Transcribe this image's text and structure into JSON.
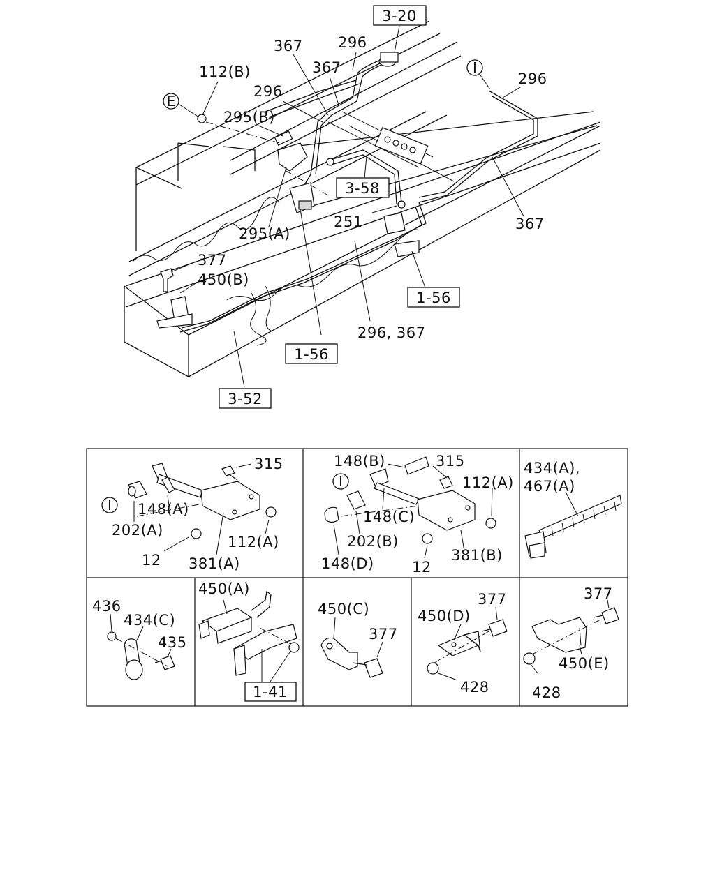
{
  "main_diagram": {
    "ref_boxes": {
      "ref_3_20": "3-20",
      "ref_3_58": "3-58",
      "ref_1_56_right": "1-56",
      "ref_1_56_center": "1-56",
      "ref_3_52": "3-52"
    },
    "callouts": {
      "c_112b": "112(B)",
      "c_367_top": "367",
      "c_296_top": "296",
      "c_367_mid": "367",
      "c_296_left": "296",
      "c_295b": "295(B)",
      "c_296_right": "296",
      "c_251": "251",
      "c_295a": "295(A)",
      "c_367_right": "367",
      "c_377": "377",
      "c_450b": "450(B)",
      "c_296_367": "296, 367"
    },
    "markers": {
      "m_e": "E",
      "m_i": "I"
    }
  },
  "detail_panels": {
    "p1": {
      "c_315": "315",
      "c_148a": "148(A)",
      "c_202a": "202(A)",
      "c_112a": "112(A)",
      "c_12": "12",
      "c_381a": "381(A)",
      "m_i": "I"
    },
    "p2": {
      "c_148b": "148(B)",
      "c_315": "315",
      "c_112a": "112(A)",
      "c_148c": "148(C)",
      "c_202b": "202(B)",
      "c_148d": "148(D)",
      "c_12": "12",
      "c_381b": "381(B)",
      "m_i": "I"
    },
    "p3": {
      "c_434a": "434(A),",
      "c_467a": "467(A)"
    },
    "p4": {
      "c_436": "436",
      "c_434c": "434(C)",
      "c_435": "435"
    },
    "p5": {
      "c_450a": "450(A)",
      "ref_1_41": "1-41"
    },
    "p6": {
      "c_450c": "450(C)",
      "c_377": "377"
    },
    "p7": {
      "c_450d": "450(D)",
      "c_377": "377",
      "c_428": "428"
    },
    "p8": {
      "c_377": "377",
      "c_450e": "450(E)",
      "c_428": "428"
    }
  }
}
